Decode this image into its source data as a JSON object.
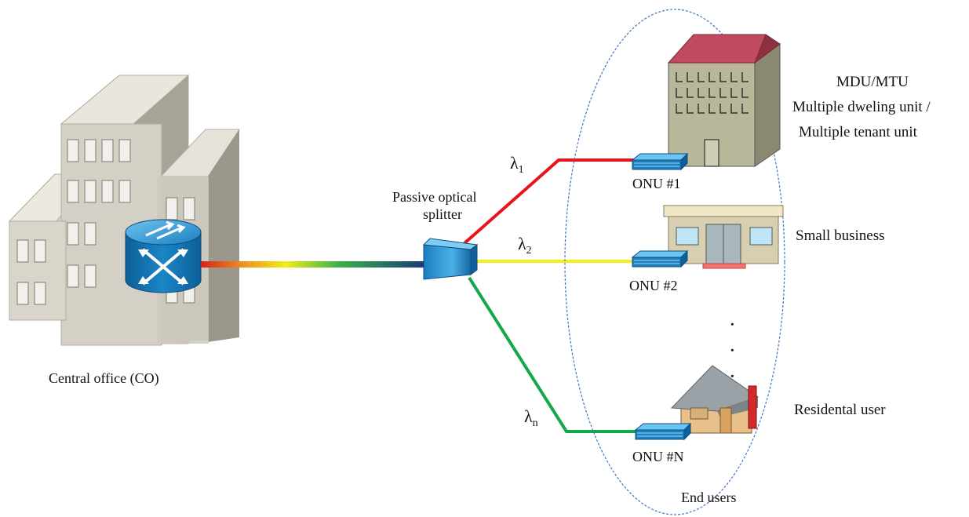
{
  "labels": {
    "central_office": "Central office (CO)",
    "splitter_line1": "Passive optical",
    "splitter_line2": "splitter",
    "onu1": "ONU #1",
    "onu2": "ONU #2",
    "onun": "ONU #N",
    "mdu_line1": "MDU/MTU",
    "mdu_line2": "Multiple dweling unit /",
    "mdu_line3": "Multiple tenant unit",
    "small_business": "Small business",
    "residential": "Residental user",
    "end_users": "End users",
    "ellipsis": ". . ."
  },
  "wavelengths": {
    "symbol": "λ",
    "sub1": "1",
    "sub2": "2",
    "subn": "n"
  },
  "colors": {
    "line_lambda1": "#e8141b",
    "line_lambda2": "#f2ef1a",
    "line_lambdan": "#15a84b",
    "fiber_start": "#d8221c",
    "fiber_mid": "#f1ee14",
    "fiber_end": "#1c3a7a",
    "device_blue": "#1b7fc1",
    "roof_red": "#b5465a",
    "ellipse": "#3f77c4"
  },
  "icons": {
    "co_building": "office-building-icon",
    "router": "router-switch-icon",
    "splitter": "optical-splitter-icon",
    "onu": "onu-device-icon",
    "mdu": "apartment-building-icon",
    "business": "shop-icon",
    "house": "house-icon"
  }
}
